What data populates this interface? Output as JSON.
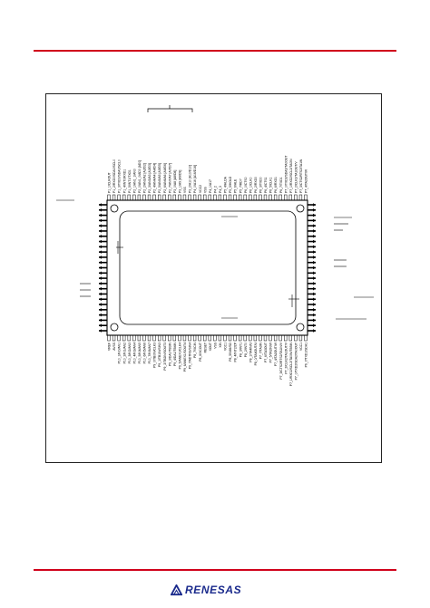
{
  "diagram": {
    "top_labels": [
      "P1_1/CLKOUT",
      "P1_2/RXD0/SDA0/SCL0",
      "P1_3/TXD0/SDA0/SCL0",
      "P1_4/INT0/RXD1",
      "P1_5/INT1/TXD1",
      "P2_1/AN1_1/AN0",
      "P2_0/AN1_0/AD0 [AD0]",
      "P2_2/AN2/A2 [A2/D2]",
      "P2_3/AN3/A3 [A3/D3]",
      "P2_4/AN4/A4 [A4/D4]",
      "P2_5/AN5/A5 [A5/D5]",
      "P2_6/AN6/A6 [A6/D6]",
      "P2_7/AN7/A7 [A7/D7]",
      "P3_0/A8 [A8/D8]",
      "P3_1/A9 [A9/D9]",
      "VSS",
      "P3_2/A10 [A10/D10]",
      "P4_0/A16 [A16/D16]",
      "VCC2",
      "VSS",
      "P4_1/A17",
      "P4_2",
      "P4_3",
      "P5_4/HLDA",
      "P5_5/HOLD",
      "P5_6/ALE",
      "P5_7/RDY",
      "P6_0/CTS0",
      "P6_1/CLK0",
      "P6_2/RXD0",
      "P6_3/TXD0",
      "P6_4/CTS1",
      "P6_5/CLK1",
      "P6_6/RXD1",
      "P6_7/TXD1",
      "P7_0/TXD2/SDA2/TA0OUT",
      "P7_1/RXD2/SCL2/TA0IN",
      "P7_2/CLK2/TA1OUT/V",
      "P7_3/CTS2/RTS2/TA1IN",
      "P7_4/TA2OUT/W"
    ],
    "bottom_labels": [
      "VREF",
      "AVSS",
      "P10_1/KI0/AN1",
      "P10_2/KI1/AN2",
      "P10_3/KI2/AN3",
      "P10_4/KI3/AN4",
      "P10_5/KI4/AN5",
      "P10_6/KI5/AN6",
      "P10_7/KI6/AN7",
      "P9_0/TB0IN/CLK3",
      "P9_1/TB1IN/SIN3",
      "P9_2/TB2IN/SOUT3",
      "P9_3/DA0/TB3IN",
      "P9_4/DA1/TB4IN",
      "P9_5/ANEX0/CLK4",
      "P9_6/ANEX1/SOUT4",
      "P9_7/ADTRG/SIN4",
      "P8_7/XCIN",
      "P8_6/XCOUT",
      "RESET",
      "XOUT",
      "VSS",
      "XIN",
      "VCC1",
      "P8_5/NMI/SD",
      "P8_4/INT2/ZP",
      "P8_3/INT1",
      "P8_2/INT0",
      "P8_1/TA4IN/U",
      "P8_0/TA4OUT/U",
      "P7_7/TA3IN",
      "P7_6/TA3OUT",
      "P7_5/TA2IN/W",
      "P7_4/TA2OUT/W",
      "P7_3/CTS2/RTS2/TA1IN/V",
      "P7_2/CLK2/TA1OUT/V",
      "P7_1/RXD2/SCL2/TA0IN/TB5IN",
      "P7_0/TXD2/SDA2/TA0OUT",
      "VCC1",
      "P6_7/TXD1/SDA1"
    ]
  }
}
